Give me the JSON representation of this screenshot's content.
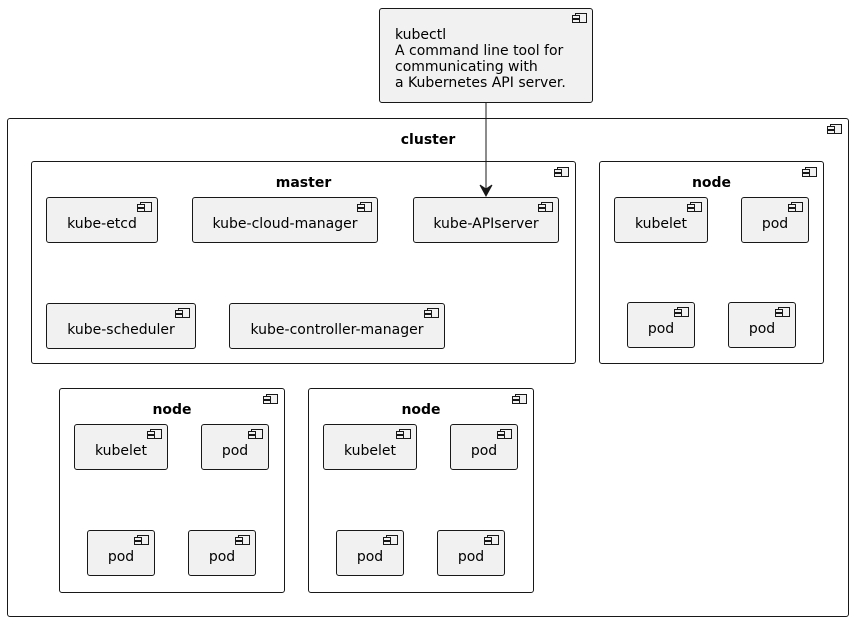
{
  "kubectl": {
    "lines": [
      "kubectl",
      "A command line tool for",
      "communicating with",
      "a Kubernetes API server."
    ]
  },
  "cluster": {
    "title": "cluster"
  },
  "master": {
    "title": "master",
    "components": [
      "kube-etcd",
      "kube-cloud-manager",
      "kube-APIserver",
      "kube-scheduler",
      "kube-controller-manager"
    ]
  },
  "nodes": [
    {
      "title": "node",
      "components": [
        "kubelet",
        "pod",
        "pod",
        "pod"
      ]
    },
    {
      "title": "node",
      "components": [
        "kubelet",
        "pod",
        "pod",
        "pod"
      ]
    },
    {
      "title": "node",
      "components": [
        "kubelet",
        "pod",
        "pod",
        "pod"
      ]
    }
  ],
  "edges": [
    {
      "from": "kubectl",
      "to": "kube-APIserver"
    }
  ]
}
